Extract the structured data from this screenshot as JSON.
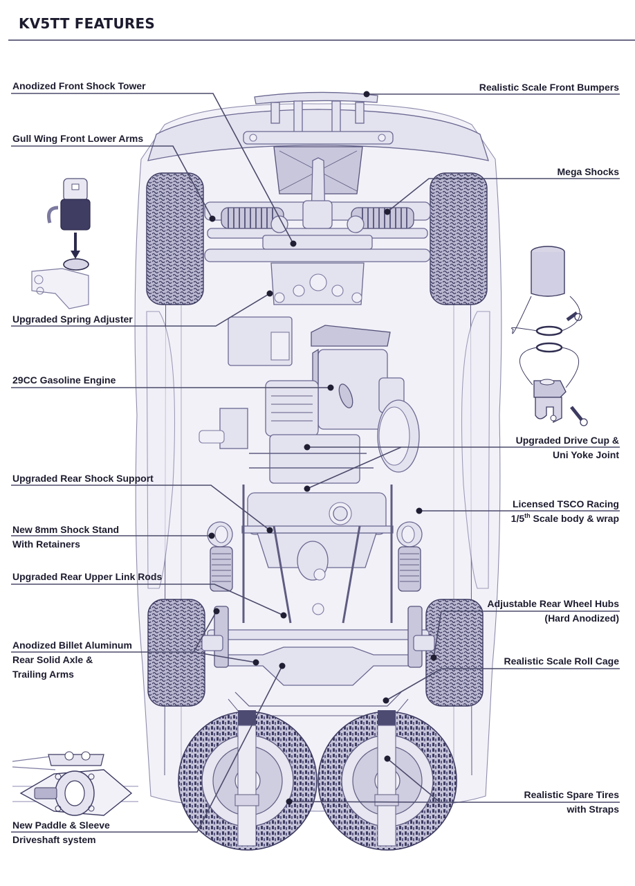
{
  "header": {
    "title": "KV5TT FEATURES"
  },
  "colors": {
    "text": "#1c1b2e",
    "line": "#4b4a6a",
    "drawing": "#5e5c80",
    "fill": "#e3e2ef"
  },
  "callouts": [
    {
      "id": "anodized-front-shock-tower",
      "side": "left",
      "lines": [
        "Anodized Front Shock Tower"
      ]
    },
    {
      "id": "gull-wing-front-lower-arms",
      "side": "left",
      "lines": [
        "Gull Wing Front Lower Arms"
      ]
    },
    {
      "id": "upgraded-spring-adjuster",
      "side": "left",
      "lines": [
        "Upgraded Spring Adjuster"
      ]
    },
    {
      "id": "29cc-gasoline-engine",
      "side": "left",
      "lines": [
        "29CC Gasoline Engine"
      ]
    },
    {
      "id": "upgraded-rear-shock-support",
      "side": "left",
      "lines": [
        "Upgraded Rear Shock Support"
      ]
    },
    {
      "id": "new-8mm-shock-stand",
      "side": "left",
      "lines": [
        "New 8mm Shock Stand",
        "With Retainers"
      ]
    },
    {
      "id": "upgraded-rear-upper-link-rods",
      "side": "left",
      "lines": [
        "Upgraded Rear Upper Link Rods"
      ]
    },
    {
      "id": "anodized-billet-aluminum-axle",
      "side": "left",
      "lines": [
        "Anodized Billet Aluminum",
        "Rear Solid Axle &",
        "Trailing Arms"
      ]
    },
    {
      "id": "new-paddle-sleeve-driveshaft",
      "side": "left",
      "lines": [
        "New Paddle & Sleeve",
        "Driveshaft system"
      ]
    },
    {
      "id": "realistic-scale-front-bumpers",
      "side": "right",
      "lines": [
        "Realistic Scale Front Bumpers"
      ]
    },
    {
      "id": "mega-shocks",
      "side": "right",
      "lines": [
        "Mega Shocks"
      ]
    },
    {
      "id": "upgraded-drive-cup",
      "side": "right",
      "lines": [
        "Upgraded Drive Cup &",
        "Uni Yoke Joint"
      ]
    },
    {
      "id": "licensed-tsco-racing",
      "side": "right",
      "lines": [
        "Licensed TSCO Racing",
        "1/5th Scale body & wrap"
      ],
      "superscript": {
        "line": 1,
        "base": "1/5",
        "sup": "th",
        "rest": " Scale body & wrap"
      }
    },
    {
      "id": "adjustable-rear-wheel-hubs",
      "side": "right",
      "lines": [
        "Adjustable Rear Wheel Hubs",
        "(Hard Anodized)"
      ]
    },
    {
      "id": "realistic-scale-roll-cage",
      "side": "right",
      "lines": [
        "Realistic Scale Roll Cage"
      ]
    },
    {
      "id": "realistic-spare-tires",
      "side": "right",
      "lines": [
        "Realistic Spare Tires",
        "with Straps"
      ]
    }
  ],
  "insets": [
    {
      "id": "spring-adjuster-inset",
      "icon": "spring-adjuster-detail"
    },
    {
      "id": "drive-cup-inset",
      "icon": "drive-cup-exploded-detail"
    },
    {
      "id": "driveshaft-inset",
      "icon": "differential-driveshaft-detail"
    }
  ]
}
